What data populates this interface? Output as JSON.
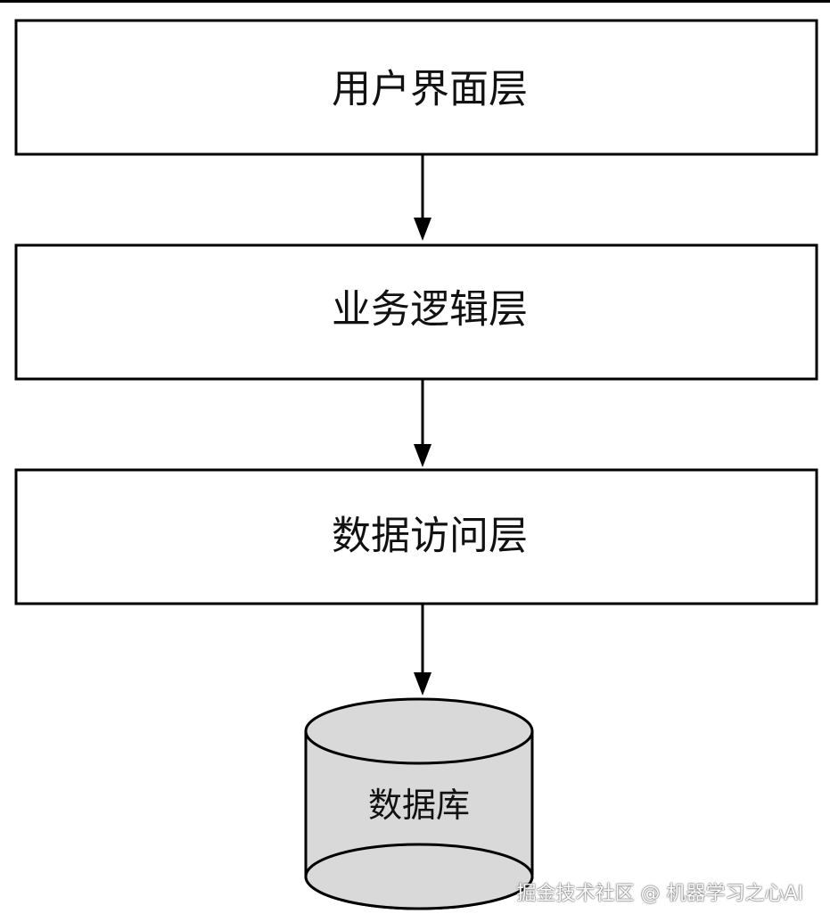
{
  "layers": [
    {
      "label": "用户界面层"
    },
    {
      "label": "业务逻辑层"
    },
    {
      "label": "数据访问层"
    }
  ],
  "database": {
    "label": "数据库"
  },
  "watermark": "掘金技术社区 @ 机器学习之心AI",
  "colors": {
    "stroke": "#000000",
    "box_fill": "#ffffff",
    "database_fill": "#d9d9d9"
  }
}
